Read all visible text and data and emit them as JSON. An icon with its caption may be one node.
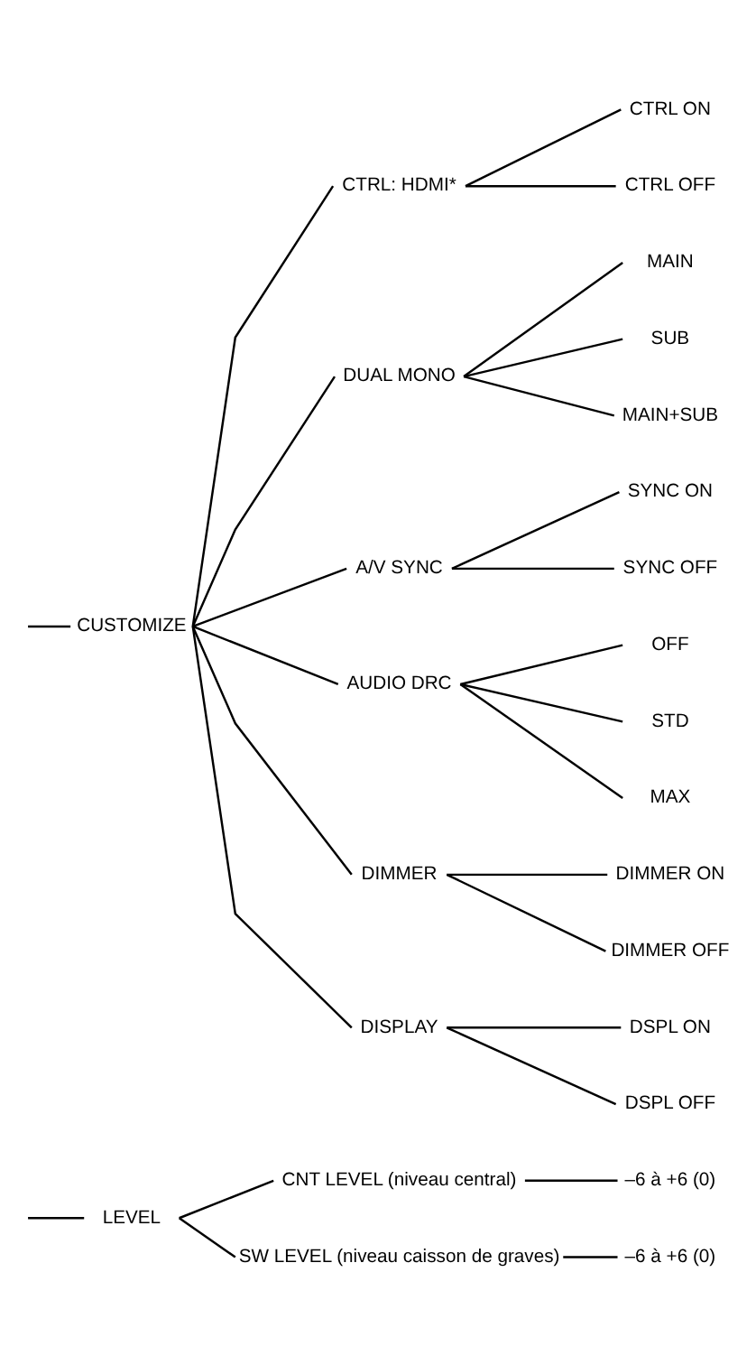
{
  "diagram": {
    "nodes": [
      {
        "text": [
          "LEVEL"
        ]
      },
      {
        "text": [
          "CNT LEVEL (niveau central)"
        ]
      },
      {
        "text": [
          "–6 à +6 (0)"
        ]
      },
      {
        "text": [
          "SW LEVEL (niveau caisson de graves)"
        ]
      },
      {
        "text": [
          "–6 à +6 (0)"
        ]
      },
      {
        "text": [
          "CUSTOMIZE"
        ]
      },
      {
        "text": [
          "CTRL: HDMI*"
        ]
      },
      {
        "text": [
          "CTRL ON"
        ]
      },
      {
        "text": [
          "CTRL OFF"
        ]
      },
      {
        "text": [
          "DUAL MONO"
        ]
      },
      {
        "text": [
          "MAIN"
        ]
      },
      {
        "text": [
          "SUB"
        ]
      },
      {
        "text": [
          "MAIN+SUB"
        ]
      },
      {
        "text": [
          "A/V SYNC"
        ]
      },
      {
        "text": [
          "SYNC ON"
        ]
      },
      {
        "text": [
          "SYNC OFF"
        ]
      },
      {
        "text": [
          "AUDIO DRC"
        ]
      },
      {
        "text": [
          "OFF"
        ]
      },
      {
        "text": [
          "STD"
        ]
      },
      {
        "text": [
          "MAX"
        ]
      },
      {
        "text": [
          "DIMMER"
        ]
      },
      {
        "text": [
          "DIMMER ON"
        ]
      },
      {
        "text": [
          "DIMMER OFF"
        ]
      },
      {
        "text": [
          "DISPLAY"
        ]
      },
      {
        "text": [
          "DSPL ON"
        ]
      },
      {
        "text": [
          "DSPL OFF"
        ]
      }
    ],
    "edges": [
      {
        "from": null,
        "to": 0,
        "arrow": "none"
      },
      {
        "from": null,
        "to": 5,
        "arrow": "none"
      },
      {
        "from": 0,
        "to": 1,
        "arrow": "none"
      },
      {
        "from": 0,
        "to": 3,
        "arrow": "none"
      },
      {
        "from": 1,
        "to": 2,
        "arrow": "none"
      },
      {
        "from": 3,
        "to": 4,
        "arrow": "none"
      },
      {
        "from": 5,
        "to": 6,
        "arrow": "none"
      },
      {
        "from": 5,
        "to": 9,
        "arrow": "none"
      },
      {
        "from": 5,
        "to": 13,
        "arrow": "none"
      },
      {
        "from": 5,
        "to": 16,
        "arrow": "none"
      },
      {
        "from": 5,
        "to": 20,
        "arrow": "none"
      },
      {
        "from": 5,
        "to": 23,
        "arrow": "none"
      },
      {
        "from": 6,
        "to": 7,
        "arrow": "none"
      },
      {
        "from": 6,
        "to": 8,
        "arrow": "none"
      },
      {
        "from": 9,
        "to": 10,
        "arrow": "none"
      },
      {
        "from": 9,
        "to": 11,
        "arrow": "none"
      },
      {
        "from": 9,
        "to": 12,
        "arrow": "none"
      },
      {
        "from": 13,
        "to": 14,
        "arrow": "none"
      },
      {
        "from": 13,
        "to": 15,
        "arrow": "none"
      },
      {
        "from": 16,
        "to": 17,
        "arrow": "none"
      },
      {
        "from": 16,
        "to": 18,
        "arrow": "none"
      },
      {
        "from": 16,
        "to": 19,
        "arrow": "none"
      },
      {
        "from": 20,
        "to": 21,
        "arrow": "none"
      },
      {
        "from": 20,
        "to": 22,
        "arrow": "none"
      },
      {
        "from": 23,
        "to": 24,
        "arrow": "none"
      },
      {
        "from": 23,
        "to": 25,
        "arrow": "none"
      }
    ]
  }
}
